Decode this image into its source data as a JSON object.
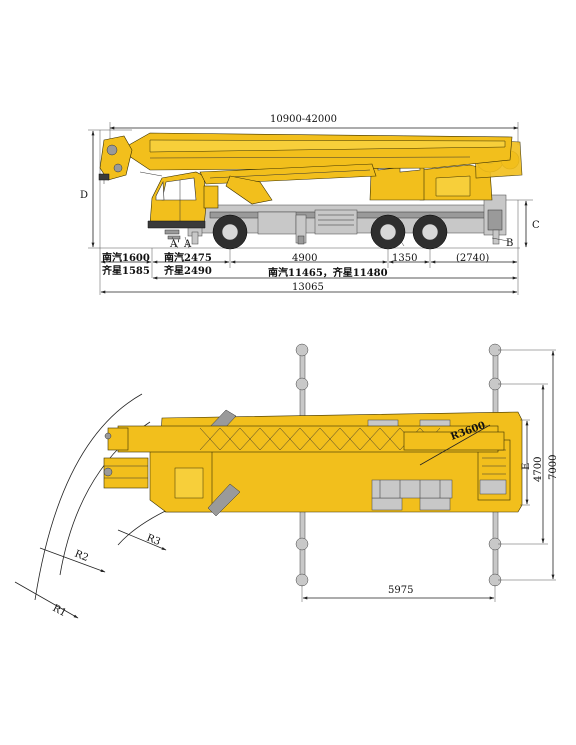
{
  "side_view": {
    "dim_boom_length": "10900-42000",
    "dim_wheelbase_mid": "4900",
    "dim_rear_axle_gap": "1350",
    "dim_rear_overhang": "(2740)",
    "dim_nanqi_front": "南汽1600",
    "dim_qixing_front": "齐星1585",
    "dim_nanqi_cab": "南汽2475",
    "dim_qixing_cab": "齐星2490",
    "dim_length_variants": "南汽11465，齐星11480",
    "dim_total_length": "13065",
    "label_d": "D",
    "label_c": "C",
    "label_a1": "A'",
    "label_a2": "A",
    "label_b": "B"
  },
  "top_view": {
    "dim_outrigger_span_outer": "7000",
    "dim_outrigger_span_inner": "4700",
    "dim_outrigger_long": "5975",
    "label_e": "E",
    "label_tail_radius": "R3600",
    "label_r1": "R1",
    "label_r2": "R2",
    "label_r3": "R3"
  }
}
